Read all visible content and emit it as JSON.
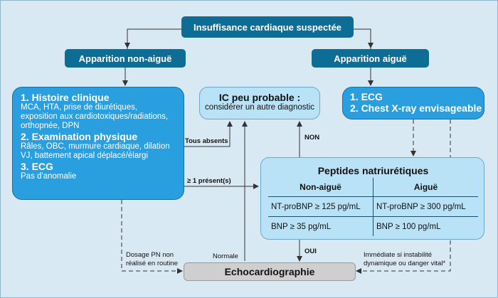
{
  "title": "Insuffisance cardiaque suspectée",
  "non_acute": "Apparition non-aiguë",
  "acute": "Apparition aiguë",
  "left_box": {
    "h1": "1. Histoire clinique",
    "t1": "MCA, HTA, prise de diurétiques,",
    "t2": "exposition aux cardiotoxiques/radiations,",
    "t3": "orthopnée, DPN",
    "h2": "2. Examination physique",
    "t4": "Râles, OBC, murmure cardiaque, dilation",
    "t5": "VJ, battement apical déplacé/élargi",
    "h3": "3. ECG",
    "t6": "Pas d'anomalie"
  },
  "ic_box": {
    "h": "IC peu probable :",
    "t": "considérer un autre diagnostic"
  },
  "right_box": {
    "l1": "1. ECG",
    "l2": "2. Chest X-ray envisageable"
  },
  "pn_box": {
    "title": "Peptides natriurétiques",
    "col1": "Non-aiguë",
    "col2": "Aiguë",
    "r1c1": "NT-proBNP ≥ 125 pg/mL",
    "r1c2": "NT-proBNP ≥ 300 pg/mL",
    "r2c1": "BNP ≥ 35 pg/mL",
    "r2c2": "BNP ≥ 100 pg/mL"
  },
  "echo": "Echocardiographie",
  "labels": {
    "tous_absents": "Tous absents",
    "present": "≥ 1 présent(s)",
    "non": "NON",
    "oui": "OUI",
    "dosage1": "Dosage PN non",
    "dosage2": "réalisé en routine",
    "normale": "Normale",
    "imm1": "Immédiate si instabilité",
    "imm2": "dynamique ou danger vital*"
  },
  "colors": {
    "dark": "#0d6d95",
    "blue": "#2a9fe0",
    "light": "#b9e2f6",
    "grey": "#cfcfcf",
    "bg": "#d9e9f3"
  }
}
